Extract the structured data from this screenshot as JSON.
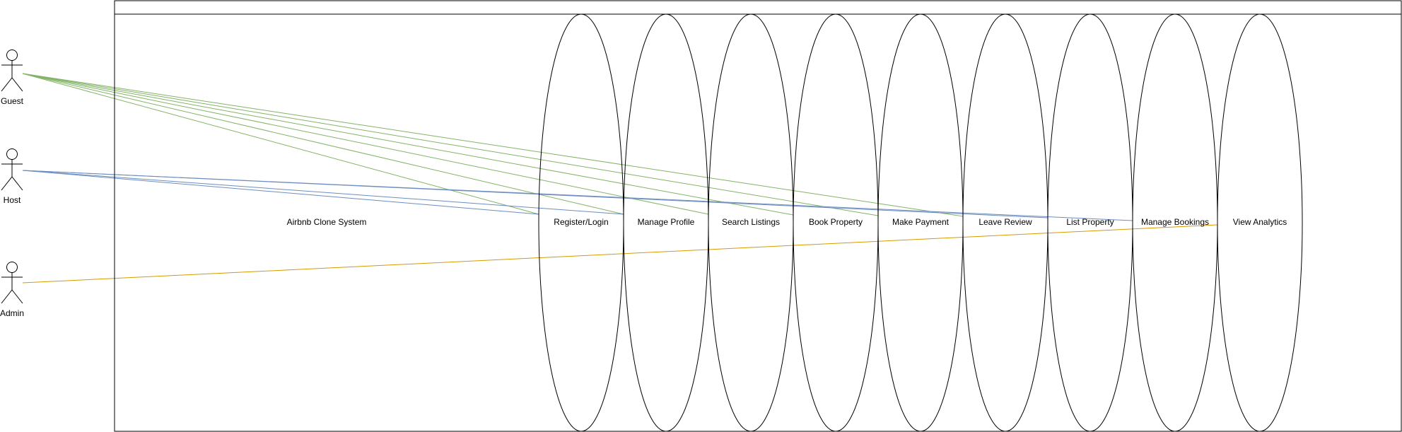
{
  "system": {
    "title": "Airbnb Clone System"
  },
  "actors": [
    {
      "id": "guest",
      "label": "Guest"
    },
    {
      "id": "host",
      "label": "Host"
    },
    {
      "id": "admin",
      "label": "Admin"
    }
  ],
  "use_cases": [
    {
      "id": "register-login",
      "label": "Register/Login"
    },
    {
      "id": "manage-profile",
      "label": "Manage Profile"
    },
    {
      "id": "search-listings",
      "label": "Search Listings"
    },
    {
      "id": "book-property",
      "label": "Book Property"
    },
    {
      "id": "make-payment",
      "label": "Make Payment"
    },
    {
      "id": "leave-review",
      "label": "Leave Review"
    },
    {
      "id": "list-property",
      "label": "List Property"
    },
    {
      "id": "manage-bookings",
      "label": "Manage Bookings"
    },
    {
      "id": "view-analytics",
      "label": "View Analytics"
    }
  ],
  "associations": [
    {
      "actor": "guest",
      "use_case": "register-login"
    },
    {
      "actor": "guest",
      "use_case": "manage-profile"
    },
    {
      "actor": "guest",
      "use_case": "search-listings"
    },
    {
      "actor": "guest",
      "use_case": "book-property"
    },
    {
      "actor": "guest",
      "use_case": "make-payment"
    },
    {
      "actor": "guest",
      "use_case": "leave-review"
    },
    {
      "actor": "host",
      "use_case": "register-login"
    },
    {
      "actor": "host",
      "use_case": "manage-profile"
    },
    {
      "actor": "host",
      "use_case": "list-property"
    },
    {
      "actor": "host",
      "use_case": "manage-bookings"
    },
    {
      "actor": "admin",
      "use_case": "view-analytics"
    }
  ],
  "colors": {
    "guest": "#82b366",
    "host": "#6c8ebf",
    "admin": "#d79b00",
    "outline": "#000000"
  }
}
